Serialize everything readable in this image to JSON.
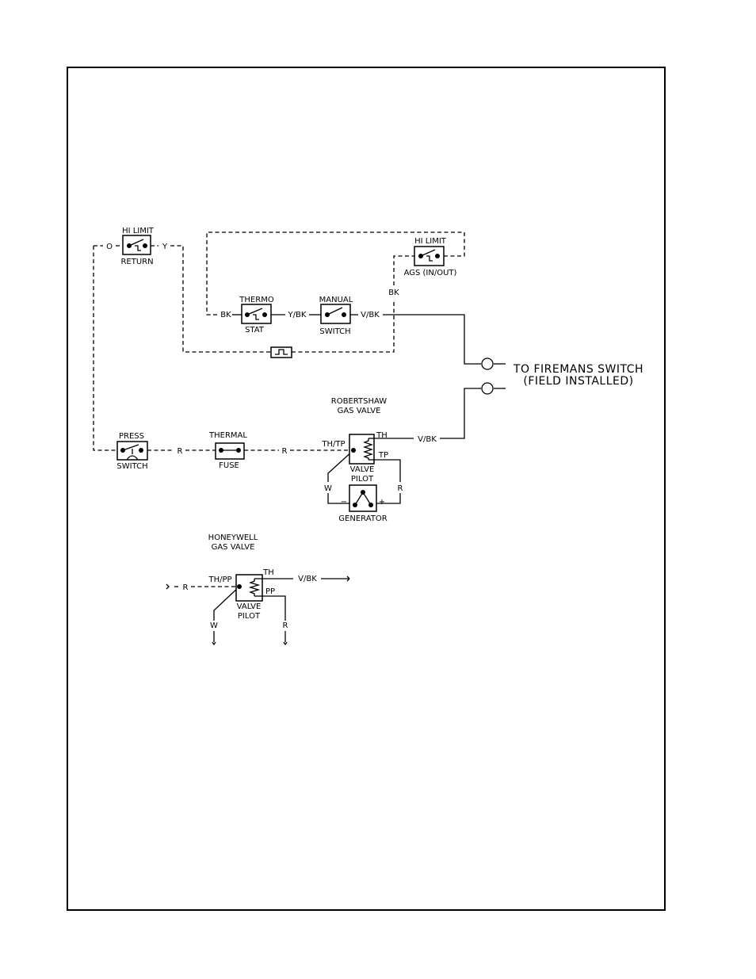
{
  "components": {
    "hi_limit_return": {
      "line1": "HI LIMIT",
      "line2": "RETURN"
    },
    "hi_limit_ags": {
      "line1": "HI LIMIT",
      "line2": "AGS (IN/OUT)"
    },
    "thermostat": {
      "line1": "THERMO",
      "line2": "STAT"
    },
    "manual_switch": {
      "line1": "MANUAL",
      "line2": "SWITCH"
    },
    "press_switch": {
      "line1": "PRESS",
      "line2": "SWITCH"
    },
    "thermal_fuse": {
      "line1": "THERMAL",
      "line2": "FUSE"
    },
    "robertshaw_valve": {
      "title1": "ROBERTSHAW",
      "title2": "GAS VALVE",
      "label1": "VALVE",
      "label2": "PILOT"
    },
    "generator": {
      "label": "GENERATOR",
      "minus": "−",
      "plus": "+"
    },
    "honeywell_valve": {
      "title1": "HONEYWELL",
      "title2": "GAS VALVE",
      "label1": "VALVE",
      "label2": "PILOT"
    }
  },
  "wire_labels": {
    "o": "O",
    "y": "Y",
    "bk_left": "BK",
    "y_bk": "Y/BK",
    "v_bk_top": "V/BK",
    "bk_ags": "BK",
    "r1": "R",
    "r2": "R",
    "th_tp": "TH/TP",
    "th": "TH",
    "tp": "TP",
    "v_bk_valve": "V/BK",
    "w": "W",
    "r_gen": "R",
    "hw_r": "R",
    "hw_th_pp": "TH/PP",
    "hw_th": "TH",
    "hw_pp": "PP",
    "hw_v_bk": "V/BK",
    "hw_w": "W",
    "hw_r_out": "R"
  },
  "firemans_switch": {
    "line1": "TO FIREMANS SWITCH",
    "line2": "(FIELD INSTALLED)"
  }
}
